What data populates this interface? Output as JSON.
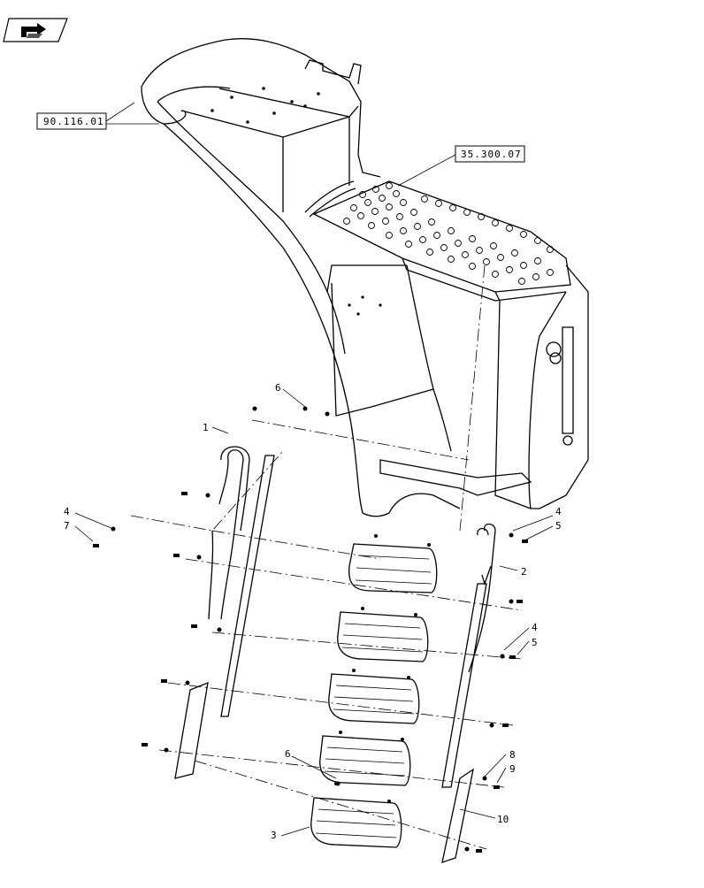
{
  "nav_icon": {
    "name": "return-arrow-icon"
  },
  "references": {
    "ref_frame": "90.116.01",
    "ref_platform": "35.300.07"
  },
  "callouts": {
    "c1": "1",
    "c2": "2",
    "c3": "3",
    "c4a": "4",
    "c4b": "4",
    "c4c": "4",
    "c5a": "5",
    "c5b": "5",
    "c6a": "6",
    "c6b": "6",
    "c7": "7",
    "c8": "8",
    "c9": "9",
    "c10": "10"
  }
}
